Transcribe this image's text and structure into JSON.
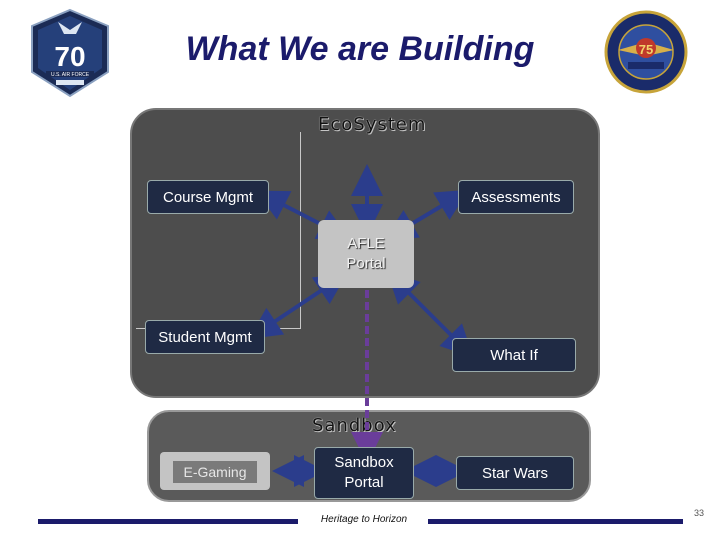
{
  "title": "What We are Building",
  "regions": {
    "ecosystem": "EcoSystem",
    "sandbox": "Sandbox"
  },
  "nodes": {
    "course_mgmt": "Course Mgmt",
    "assessments": "Assessments",
    "afle_portal_line1": "AFLE",
    "afle_portal_line2": "Portal",
    "student_mgmt": "Student Mgmt",
    "what_if": "What If",
    "e_gaming": "E-Gaming",
    "sandbox_portal_line1": "Sandbox",
    "sandbox_portal_line2": "Portal",
    "star_wars": "Star Wars"
  },
  "footer": {
    "text": "Heritage to Horizon",
    "page_number": "33"
  },
  "colors": {
    "title": "#1b1b6b",
    "node_fill": "#1f2a44",
    "ecosystem_fill": "#4d4d4d",
    "arrow_blue": "#2b3d8c",
    "arrow_purple": "#6a3d9a"
  },
  "logos": {
    "left": "USAF 70 anniversary emblem",
    "right": "75th anniversary seal"
  }
}
